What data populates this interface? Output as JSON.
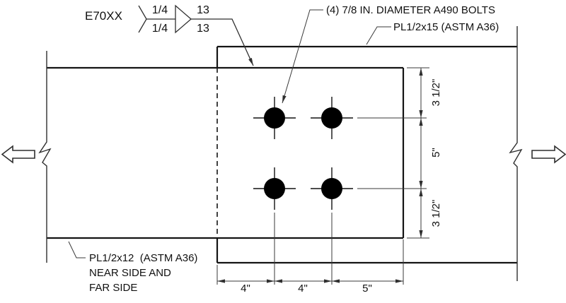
{
  "weld_callout": {
    "electrode": "E70XX",
    "size_arrow_side": "1/4",
    "size_other_side": "1/4",
    "length_arrow_side": "13",
    "length_other_side": "13"
  },
  "annotations": {
    "bolts": "(4) 7/8 IN. DIAMETER A490 BOLTS",
    "splice_plate": "PL1/2x15 (ASTM A36)",
    "side_plate_line1": "PL1/2x12  (ASTM A36)",
    "side_plate_line2": "NEAR SIDE AND",
    "side_plate_line3": "FAR SIDE"
  },
  "dimensions": {
    "vertical": [
      "3 1/2\"",
      "5\"",
      "3 1/2\""
    ],
    "horizontal": [
      "4\"",
      "4\"",
      "5\""
    ]
  },
  "colors": {
    "edge": "#141414",
    "thin_line": "#3a3a3a",
    "symbol_line": "#2f2f2f",
    "bolt_fill": "#000000",
    "text": "#111111",
    "background": "#ffffff"
  }
}
